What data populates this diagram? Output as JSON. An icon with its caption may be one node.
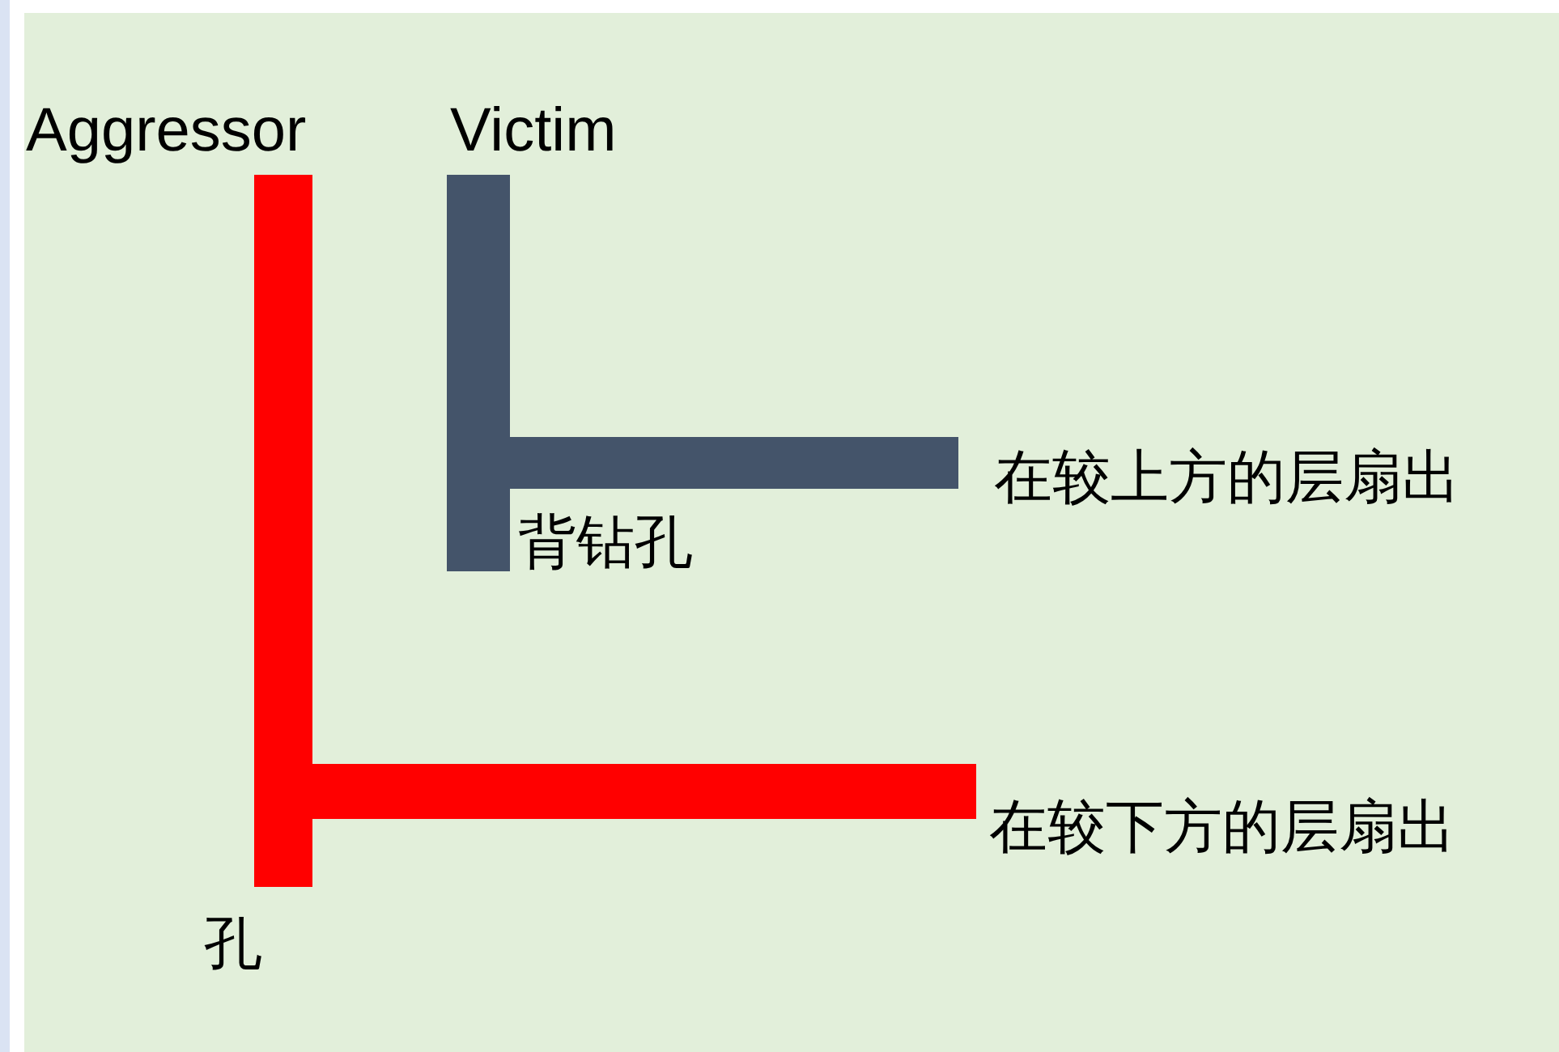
{
  "diagram": {
    "labels": [
      "Aggressor",
      "Victim",
      "在较上方的层扇出",
      "背钻孔",
      "在较下方的层扇出",
      "孔"
    ]
  }
}
